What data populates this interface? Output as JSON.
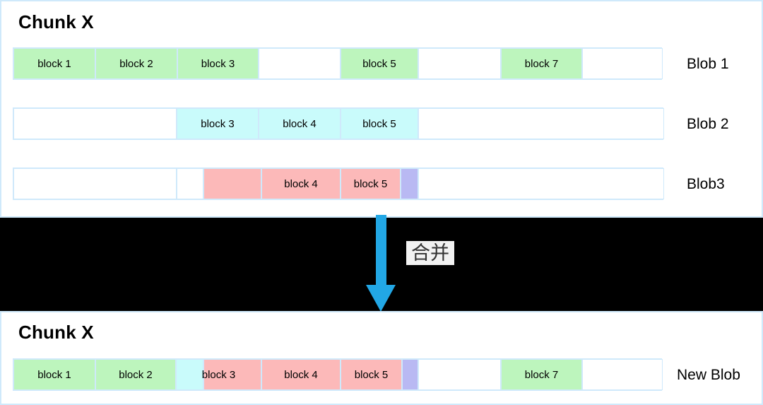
{
  "diagram": {
    "title_top": "Chunk X",
    "title_bottom": "Chunk X",
    "merge_caption": "合并",
    "colors": {
      "green": "#bdf5bd",
      "cyan": "#c9fbfb",
      "pink": "#fcb9b9",
      "purple": "#b9b9f3",
      "white": "#ffffff",
      "frame": "#cfe9fb",
      "arrow": "#22a7e5",
      "band": "#000000"
    }
  },
  "rows": [
    {
      "name": "Blob 1",
      "segments": [
        {
          "label": "block 1",
          "color": "green"
        },
        {
          "label": "block 2",
          "color": "green"
        },
        {
          "label": "block 3",
          "color": "green"
        },
        {
          "label": "",
          "color": "white"
        },
        {
          "label": "block 5",
          "color": "green"
        },
        {
          "label": "",
          "color": "white"
        },
        {
          "label": "block 7",
          "color": "green"
        },
        {
          "label": "",
          "color": "white"
        }
      ]
    },
    {
      "name": "Blob 2",
      "segments": [
        {
          "label": "",
          "color": "white"
        },
        {
          "label": "block 3",
          "color": "cyan"
        },
        {
          "label": "block 4",
          "color": "cyan"
        },
        {
          "label": "block 5",
          "color": "cyan"
        },
        {
          "label": "",
          "color": "white"
        }
      ]
    },
    {
      "name": "Blob3",
      "segments": [
        {
          "label": "",
          "color": "white"
        },
        {
          "label": "",
          "color": "white"
        },
        {
          "label": "",
          "color": "pink"
        },
        {
          "label": "block 4",
          "color": "pink"
        },
        {
          "label": "block 5",
          "color": "pink"
        },
        {
          "label": "",
          "color": "purple"
        },
        {
          "label": "",
          "color": "white"
        }
      ]
    },
    {
      "name": "New Blob",
      "segments": [
        {
          "label": "block 1",
          "color": "green"
        },
        {
          "label": "block 2",
          "color": "green"
        },
        {
          "label": "",
          "color": "cyan"
        },
        {
          "label": "block 3",
          "color": "pink"
        },
        {
          "label": "block 4",
          "color": "pink"
        },
        {
          "label": "block 5",
          "color": "pink"
        },
        {
          "label": "",
          "color": "purple"
        },
        {
          "label": "",
          "color": "white"
        },
        {
          "label": "block 7",
          "color": "green"
        },
        {
          "label": "",
          "color": "white"
        }
      ],
      "floating_label": "block 3"
    }
  ]
}
